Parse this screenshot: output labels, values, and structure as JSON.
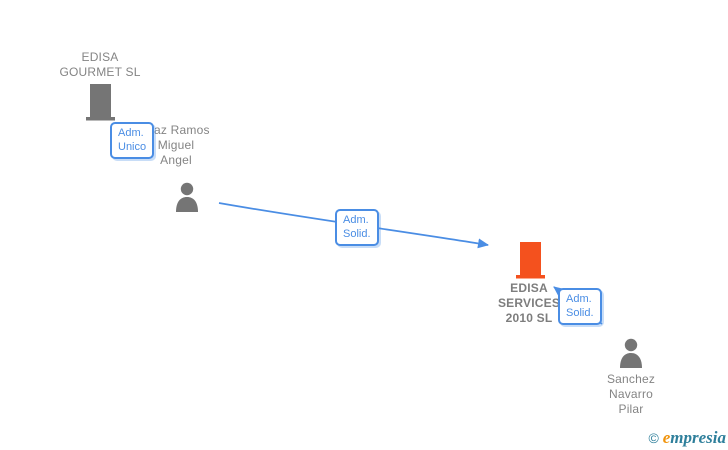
{
  "graph": {
    "nodes": {
      "company1": {
        "type": "company",
        "name": "EDISA GOURMET SL",
        "lines": [
          "EDISA",
          "GOURMET SL"
        ]
      },
      "person1": {
        "type": "person",
        "name": "Diaz Ramos Miguel Angel",
        "lines": [
          "Diaz Ramos",
          "Miguel",
          "Angel"
        ]
      },
      "company2": {
        "type": "company",
        "name": "EDISA SERVICES 2010 SL",
        "lines": [
          "EDISA",
          "SERVICES",
          "2010 SL"
        ]
      },
      "person2": {
        "type": "person",
        "name": "Sanchez Navarro Pilar",
        "lines": [
          "Sanchez",
          "Navarro",
          "Pilar"
        ]
      }
    },
    "edges": {
      "adm_unico": {
        "from": "Diaz Ramos Miguel Angel",
        "to": "EDISA GOURMET SL",
        "label_lines": [
          "Adm.",
          "Unico"
        ]
      },
      "adm_solid_mid": {
        "from": "Diaz Ramos Miguel Angel",
        "to": "EDISA SERVICES 2010 SL",
        "label_lines": [
          "Adm.",
          "Solid."
        ]
      },
      "adm_solid_right": {
        "from": "Sanchez Navarro Pilar",
        "to": "EDISA SERVICES 2010 SL",
        "label_lines": [
          "Adm.",
          "Solid."
        ]
      }
    }
  },
  "logo": {
    "copyright": "©",
    "brand_initial": "e",
    "brand_rest": "mpresia"
  },
  "colors": {
    "edge_blue": "#4a8de4",
    "company_focus_orange": "#f4511e",
    "icon_gray": "#757575",
    "label_gray": "#848484",
    "logo_teal": "#2e7f9b",
    "logo_orange": "#f0930b",
    "background": "#ffffff"
  }
}
